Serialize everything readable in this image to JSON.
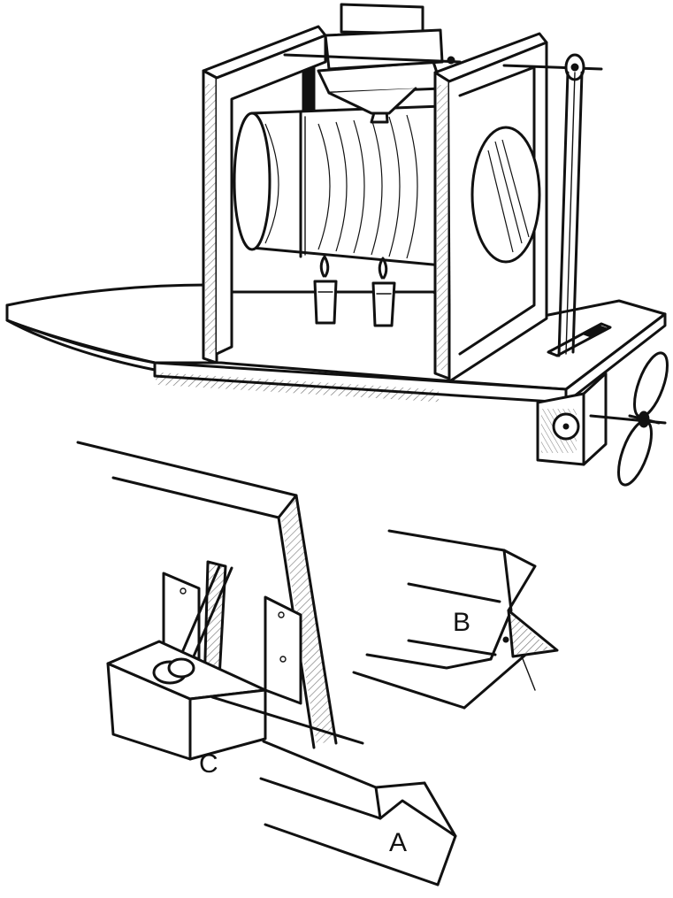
{
  "figure": {
    "labels": {
      "a": "A",
      "b": "B",
      "c": "C"
    },
    "line_color": "#111111",
    "background": "#ffffff"
  }
}
